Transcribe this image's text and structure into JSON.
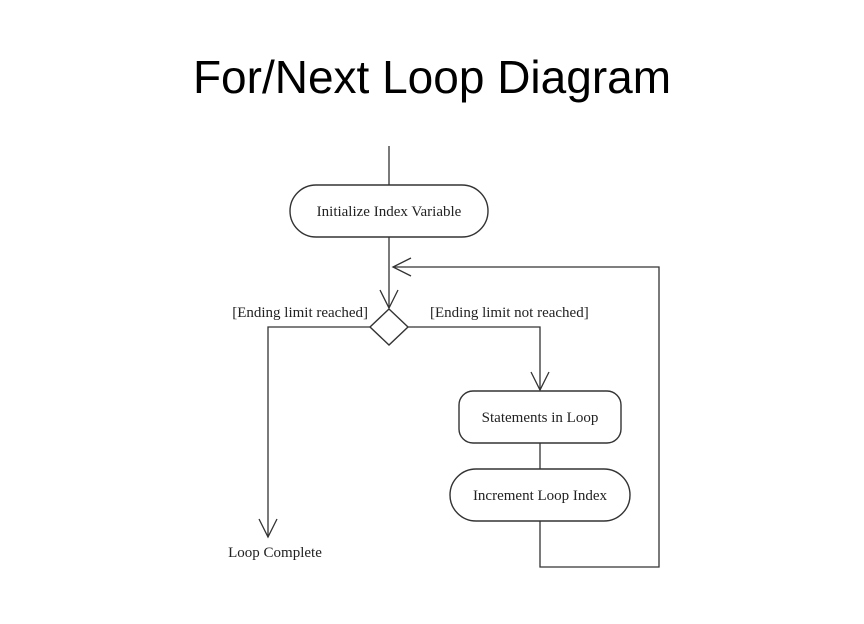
{
  "title": "For/Next Loop Diagram",
  "nodes": {
    "initialize": "Initialize Index Variable",
    "statements": "Statements in Loop",
    "increment": "Increment Loop Index",
    "complete": "Loop Complete"
  },
  "guards": {
    "reached": "[Ending limit reached]",
    "not_reached": "[Ending limit not reached]"
  }
}
